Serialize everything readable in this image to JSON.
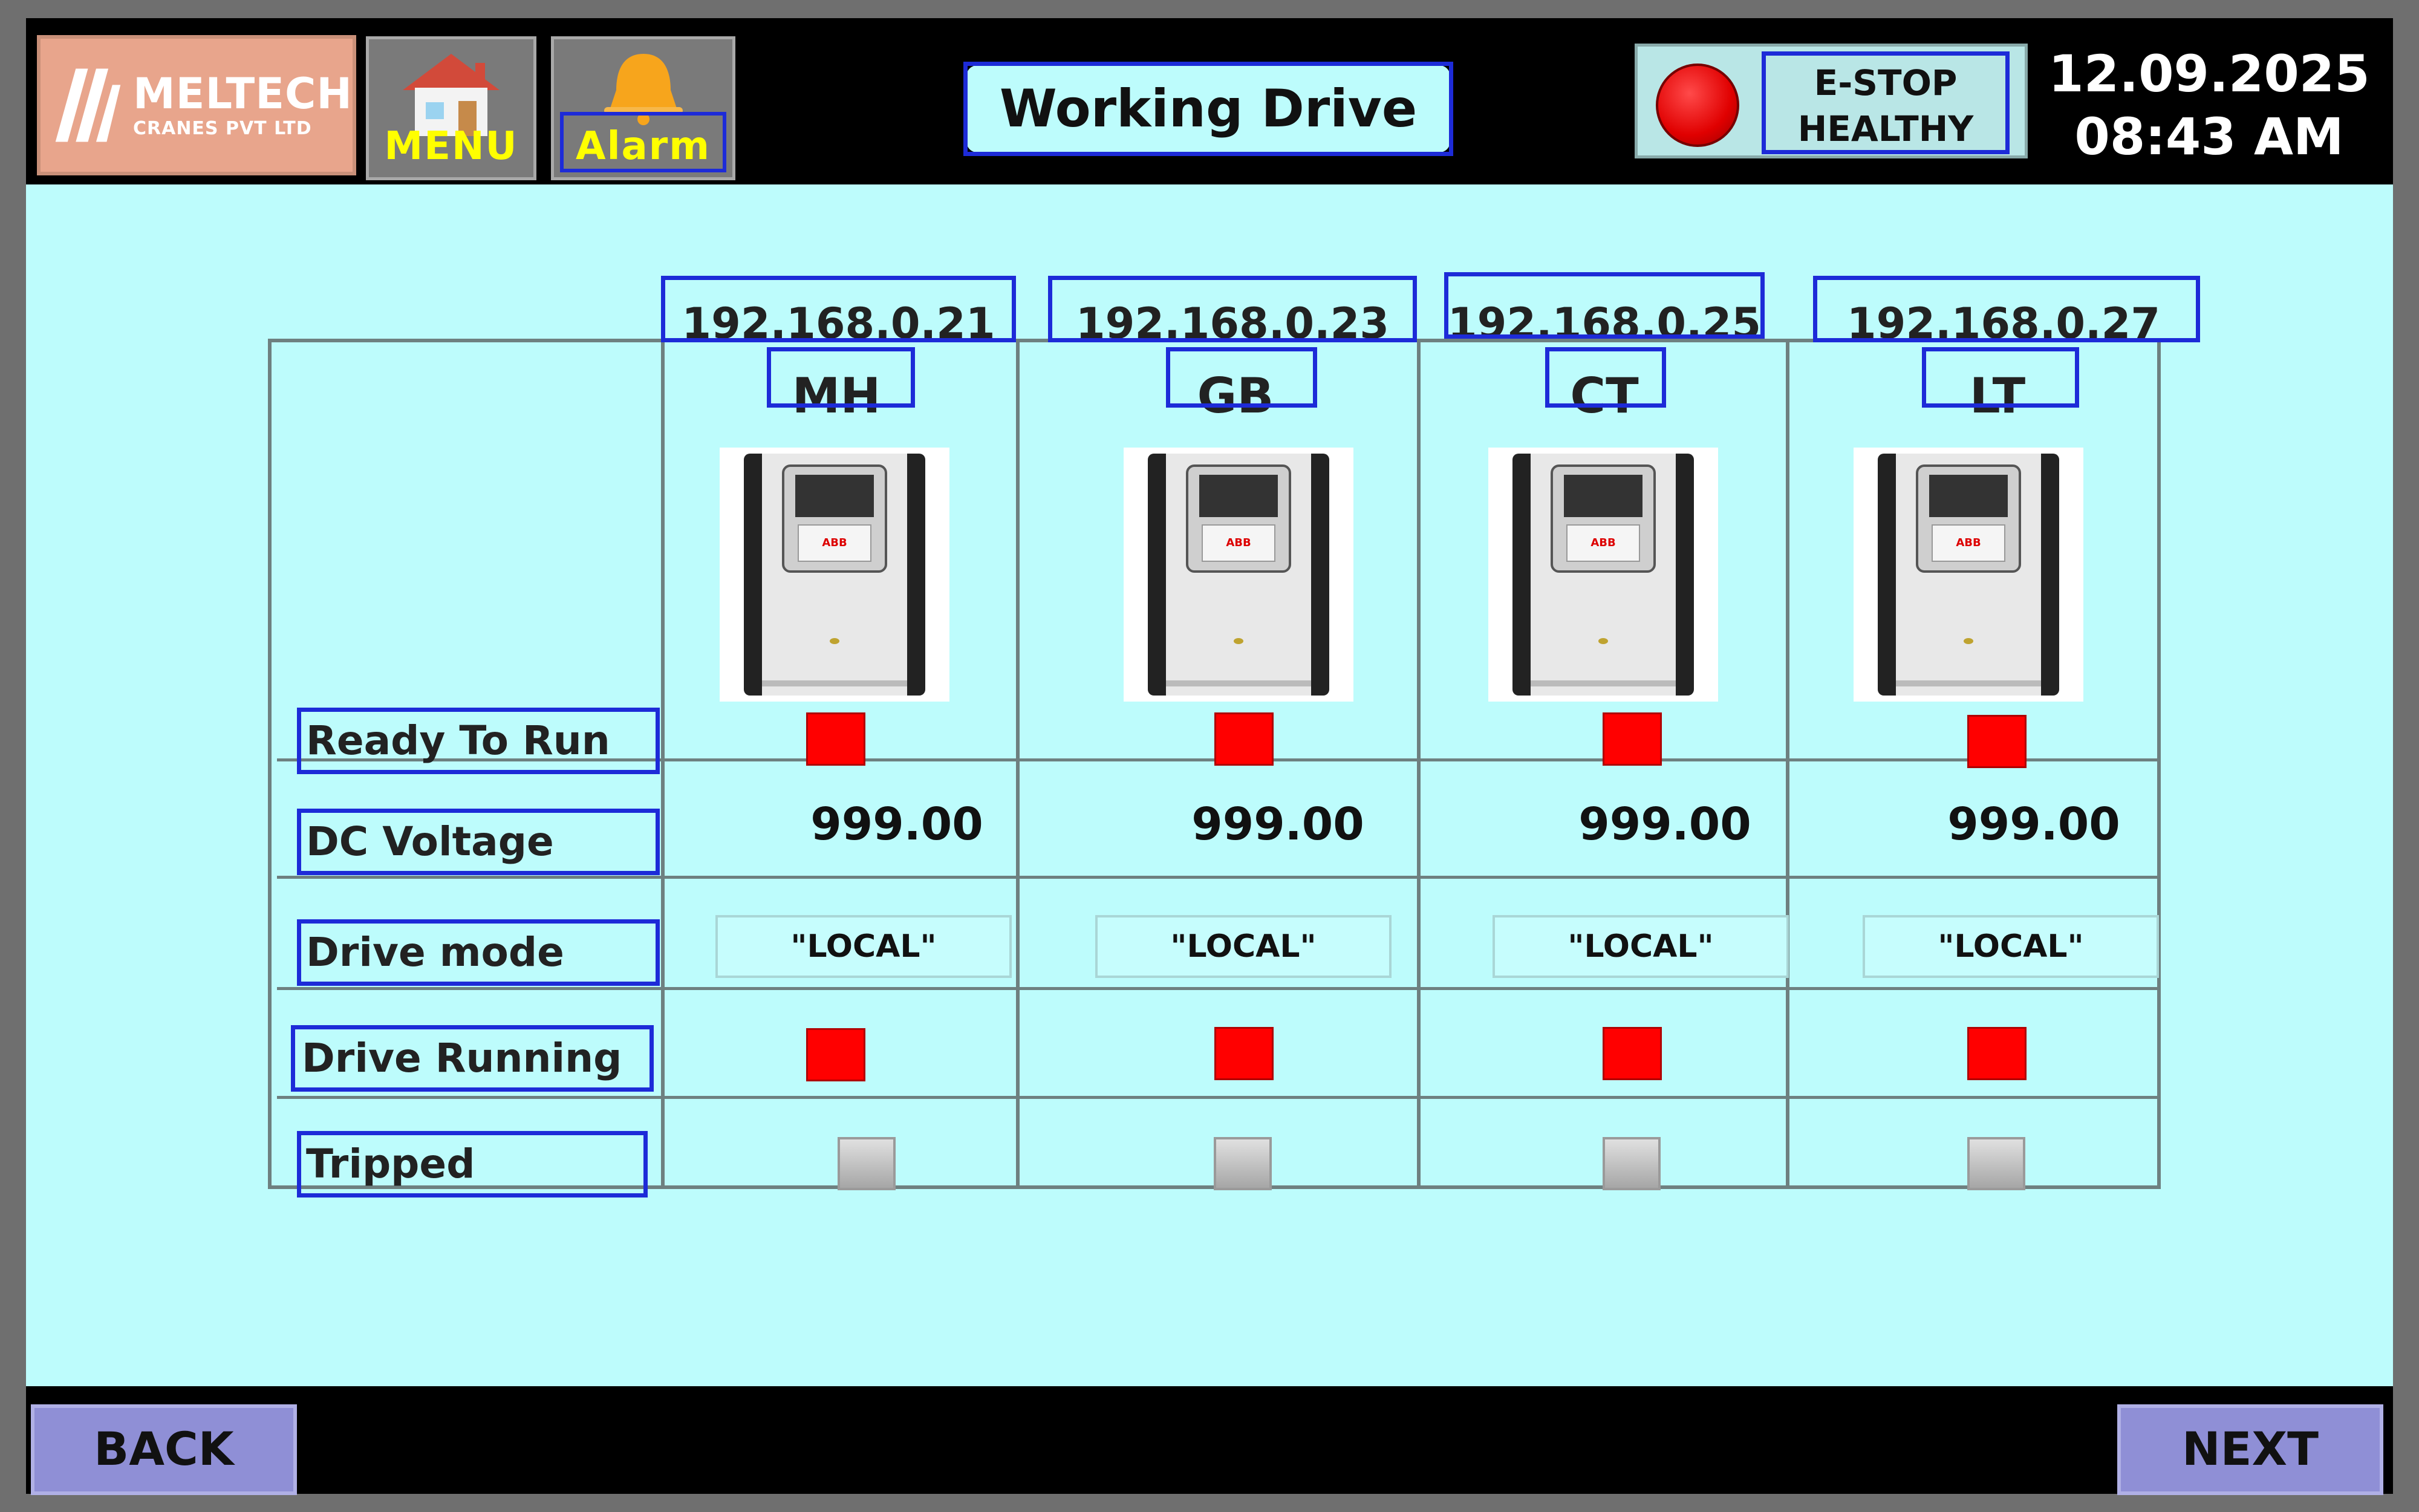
{
  "header": {
    "logo": {
      "line1": "MELTECH",
      "line2": "CRANES PVT LTD"
    },
    "menu_label": "MENU",
    "alarm_label": "Alarm",
    "title": "Working Drive",
    "estop": {
      "line1": "E-STOP",
      "line2": "HEALTHY",
      "lamp_color": "#ff0000"
    },
    "date": "12.09.2025",
    "time": "08:43 AM"
  },
  "drives": [
    {
      "ip": "192.168.0.21",
      "code": "MH",
      "ready": true,
      "dc_voltage": "999.00",
      "mode": "\"LOCAL\"",
      "running": true,
      "tripped": false
    },
    {
      "ip": "192.168.0.23",
      "code": "GB",
      "ready": true,
      "dc_voltage": "999.00",
      "mode": "\"LOCAL\"",
      "running": true,
      "tripped": false
    },
    {
      "ip": "192.168.0.25",
      "code": "CT",
      "ready": true,
      "dc_voltage": "999.00",
      "mode": "\"LOCAL\"",
      "running": true,
      "tripped": false
    },
    {
      "ip": "192.168.0.27",
      "code": "LT",
      "ready": true,
      "dc_voltage": "999.00",
      "mode": "\"LOCAL\"",
      "running": true,
      "tripped": false
    }
  ],
  "row_labels": {
    "ready": "Ready To Run",
    "voltage": "DC Voltage",
    "mode": "Drive mode",
    "running": "Drive Running",
    "tripped": "Tripped"
  },
  "footer": {
    "back_label": "BACK",
    "next_label": "NEXT"
  },
  "colors": {
    "background": "#bdfcfc",
    "lamp_on": "#ff0000",
    "lamp_off": "#b0b0b0",
    "nav_button": "#8f8fd6"
  }
}
